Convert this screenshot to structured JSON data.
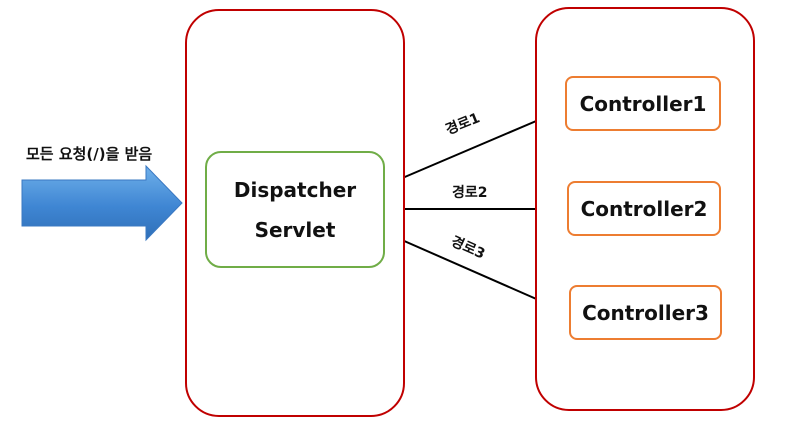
{
  "request": {
    "label": "모든 요청(/)을 받음"
  },
  "dispatcher": {
    "line1": "Dispatcher",
    "line2": "Servlet"
  },
  "routes": [
    {
      "label": "경로1",
      "target": "Controller1"
    },
    {
      "label": "경로2",
      "target": "Controller2"
    },
    {
      "label": "경로3",
      "target": "Controller3"
    }
  ],
  "controllers": [
    "Controller1",
    "Controller2",
    "Controller3"
  ],
  "colors": {
    "panel_border": "#c00000",
    "dispatcher_border": "#70ad47",
    "controller_border": "#ed7d31",
    "request_arrow": "#4a8fd6"
  }
}
